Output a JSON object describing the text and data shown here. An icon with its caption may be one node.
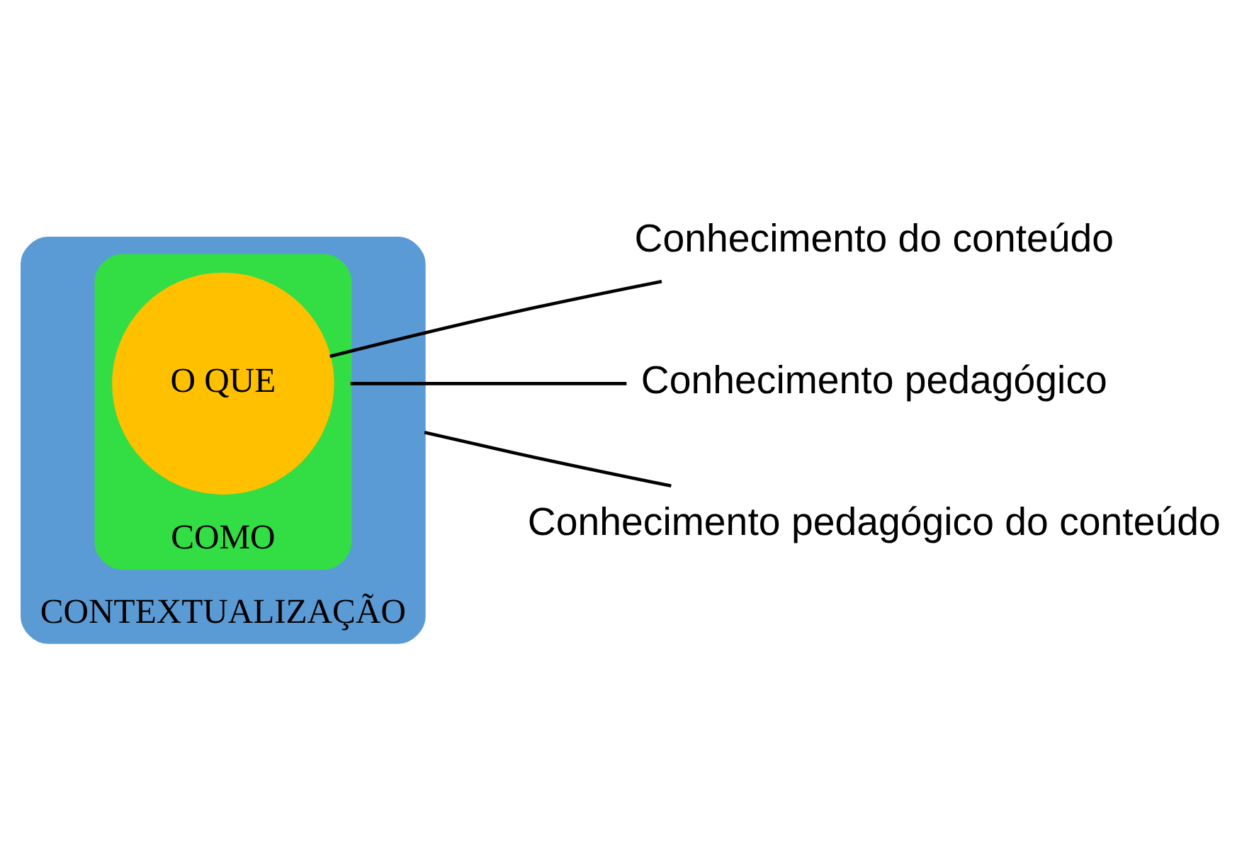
{
  "diagram": {
    "nodes": [
      {
        "text": [
          "CONTEXTUALIZAÇÃO"
        ]
      },
      {
        "text": [
          "COMO"
        ],
        "in": 0
      },
      {
        "text": [
          "O QUE"
        ],
        "in": 1
      },
      {
        "text": [
          "Conhecimento do conteúdo"
        ]
      },
      {
        "text": [
          "Conhecimento pedagógico"
        ]
      },
      {
        "text": [
          "Conhecimento pedagógico do conteúdo"
        ]
      }
    ],
    "edges": [
      {
        "from": 3,
        "to": 2,
        "arrow": "none"
      },
      {
        "from": 4,
        "to": 1,
        "arrow": "none"
      },
      {
        "from": 5,
        "to": 0,
        "arrow": "none"
      }
    ]
  }
}
